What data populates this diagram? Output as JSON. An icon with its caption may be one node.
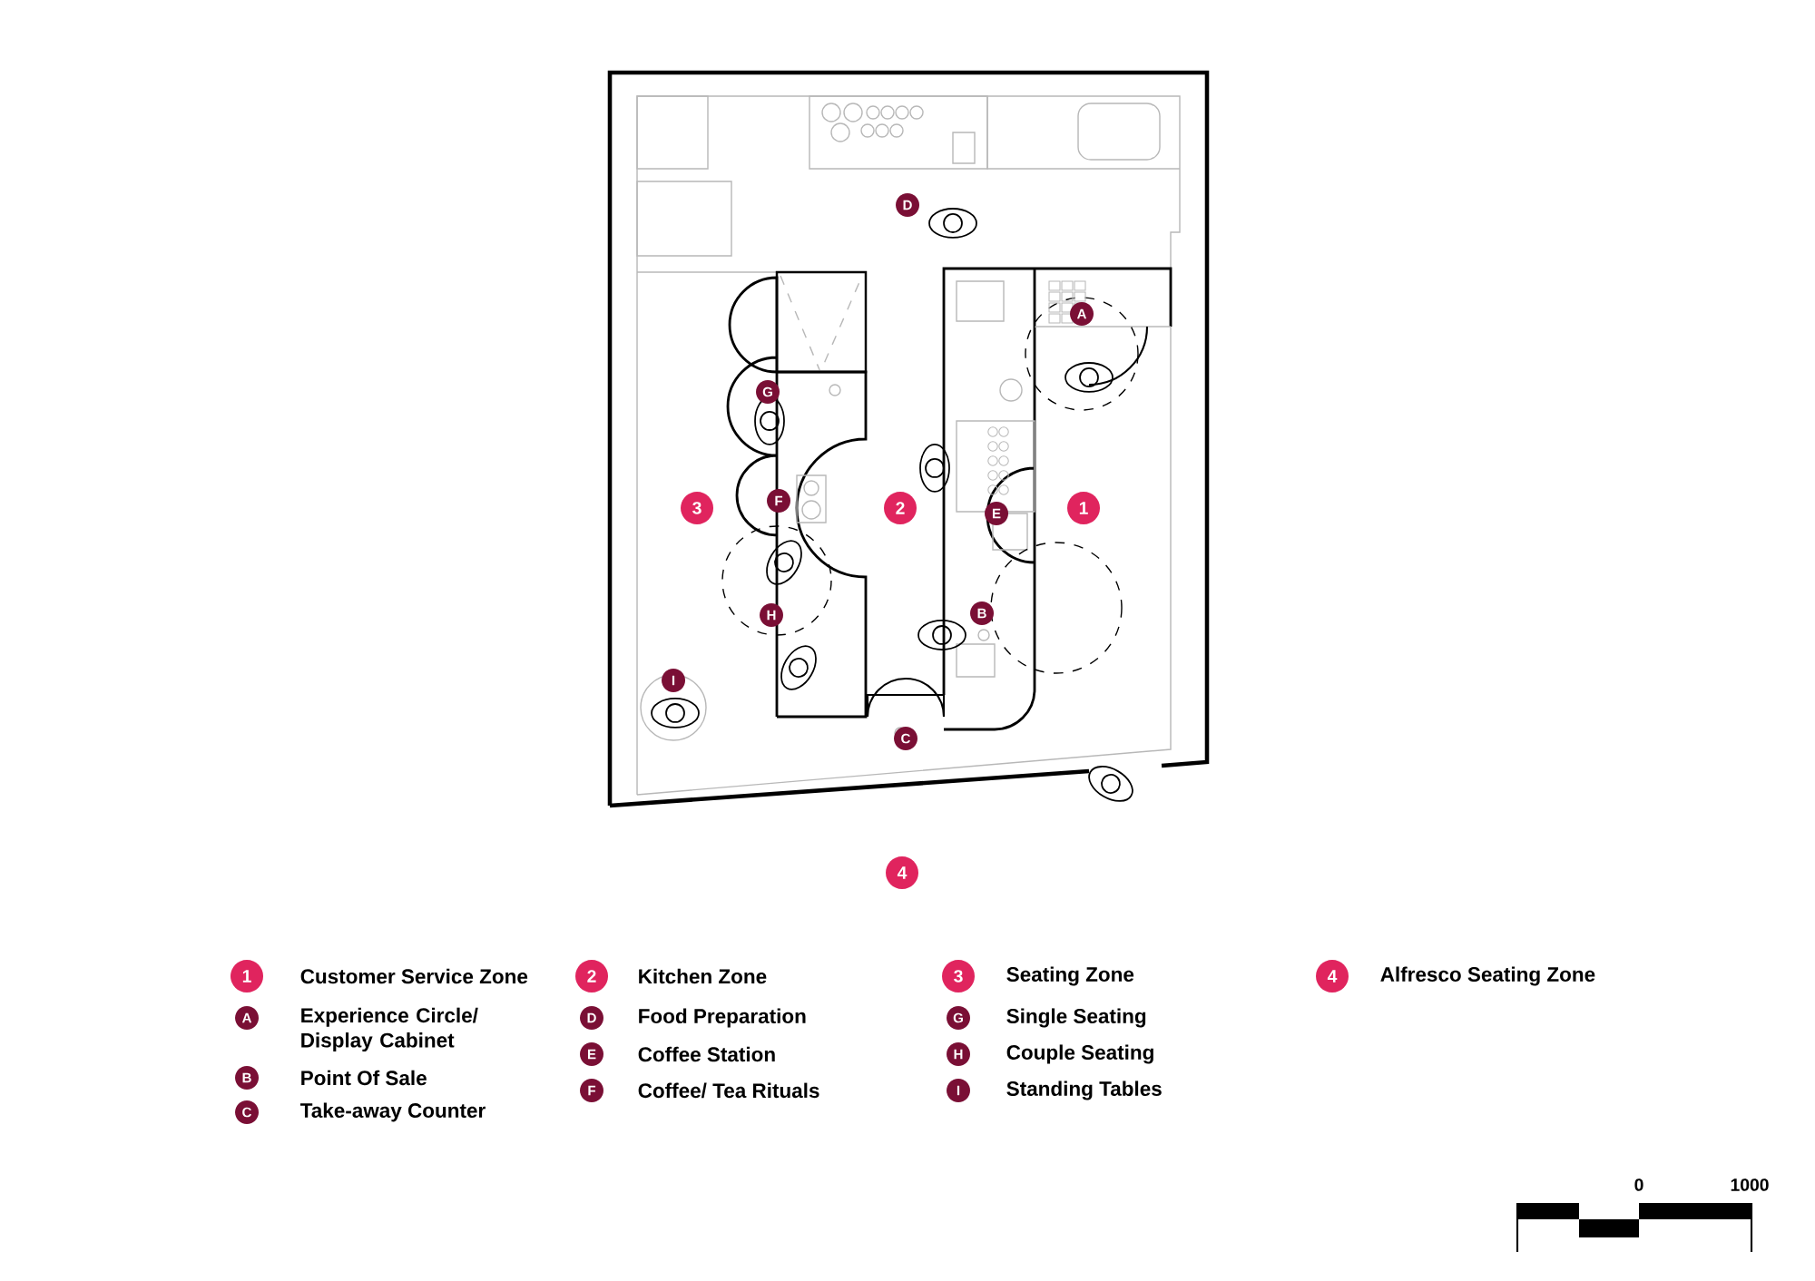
{
  "diagram": {
    "labels": [
      "D",
      "A",
      "G",
      "F",
      "3",
      "2",
      "1",
      "E",
      "H",
      "B",
      "I",
      "C",
      "4",
      "1",
      "Customer Service Zone",
      "2",
      "Kitchen Zone",
      "3",
      "Seating Zone",
      "4",
      "Alfresco Seating Zone",
      "A",
      "Experience Circle/ Display Cabinet",
      "D",
      "Food Preparation",
      "G",
      "Single Seating",
      "B",
      "Point Of Sale",
      "E",
      "Coffee Station",
      "H",
      "Couple Seating",
      "C",
      "Take-away Counter",
      "F",
      "Coffee/ Tea Rituals",
      "I",
      "Standing Tables",
      "0",
      "1000"
    ]
  }
}
